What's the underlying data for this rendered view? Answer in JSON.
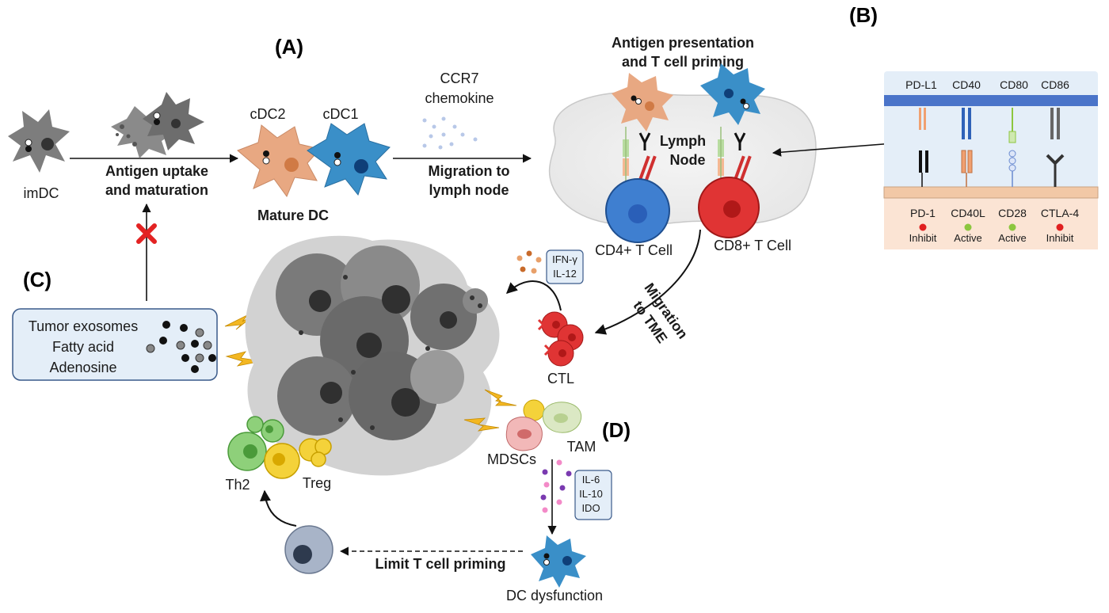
{
  "panels": {
    "a": "(A)",
    "b": "(B)",
    "c": "(C)",
    "d": "(D)"
  },
  "section_a": {
    "imdc": "imDC",
    "uptake_line1": "Antigen uptake",
    "uptake_line2": "and maturation",
    "cdc2": "cDC2",
    "cdc1": "cDC1",
    "mature": "Mature DC",
    "ccr7_line1": "CCR7",
    "ccr7_line2": "chemokine",
    "migration_line1": "Migration to",
    "migration_line2": "lymph node",
    "presentation_line1": "Antigen presentation",
    "presentation_line2": "and T cell priming",
    "lymph_line1": "Lymph",
    "lymph_line2": "Node",
    "cd4": "CD4+ T Cell",
    "cd8": "CD8+ T Cell"
  },
  "section_b": {
    "top_receptors": [
      "PD-L1",
      "CD40",
      "CD80",
      "CD86"
    ],
    "bottom_receptors": [
      "PD-1",
      "CD40L",
      "CD28",
      "CTLA-4"
    ],
    "effects": [
      "Inhibit",
      "Active",
      "Active",
      "Inhibit"
    ],
    "effect_colors": [
      "#e02020",
      "#8cc63f",
      "#8cc63f",
      "#e02020"
    ]
  },
  "section_c": {
    "factors": [
      "Tumor exosomes",
      "Fatty acid",
      "Adenosine"
    ]
  },
  "section_d": {
    "cytokines_top": [
      "IFN-γ",
      "IL-12"
    ],
    "migration_tme_line1": "Migration",
    "migration_tme_line2": "to TME",
    "ctl": "CTL",
    "mdscs": "MDSCs",
    "tam": "TAM",
    "th2": "Th2",
    "treg": "Treg",
    "cytokines_bottom": [
      "IL-6",
      "IL-10",
      "IDO"
    ],
    "limit": "Limit T cell priming",
    "dc_dysfunction": "DC dysfunction"
  },
  "colors": {
    "cdc2": "#e8a882",
    "cdc1": "#3a8fc8",
    "cd4": "#3f7fd0",
    "cd8": "#e03434",
    "membrane_top": "#4a74c9",
    "membrane_bottom": "#f2c8a6",
    "tumor": "#6e6e6e"
  }
}
